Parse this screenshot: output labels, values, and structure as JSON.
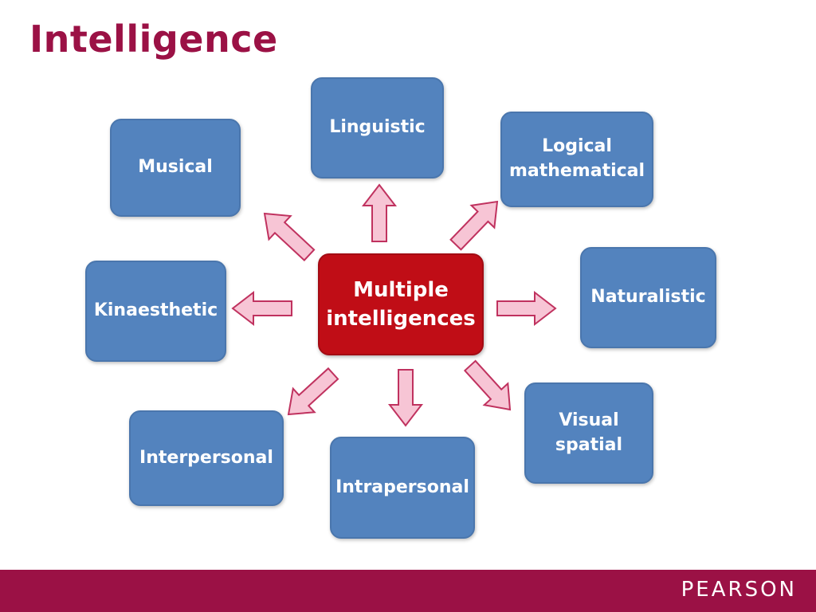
{
  "slide": {
    "title": "Intelligence"
  },
  "diagram": {
    "center": "Multiple\nintelligences",
    "nodes": [
      {
        "id": "linguistic",
        "label": "Linguistic"
      },
      {
        "id": "logical-mathematical",
        "label": "Logical\nmathematical"
      },
      {
        "id": "naturalistic",
        "label": "Naturalistic"
      },
      {
        "id": "visual-spatial",
        "label": "Visual\nspatial"
      },
      {
        "id": "intrapersonal",
        "label": "Intrapersonal"
      },
      {
        "id": "interpersonal",
        "label": "Interpersonal"
      },
      {
        "id": "kinaesthetic",
        "label": "Kinaesthetic"
      },
      {
        "id": "musical",
        "label": "Musical"
      }
    ]
  },
  "footer": {
    "brand": "PEARSON"
  },
  "colors": {
    "title": "#9b1145",
    "footer_bar": "#9b1145",
    "node_fill": "#5383be",
    "center_fill": "#c00d16",
    "arrow_fill": "#f7c5d5",
    "arrow_stroke": "#c0325f"
  }
}
